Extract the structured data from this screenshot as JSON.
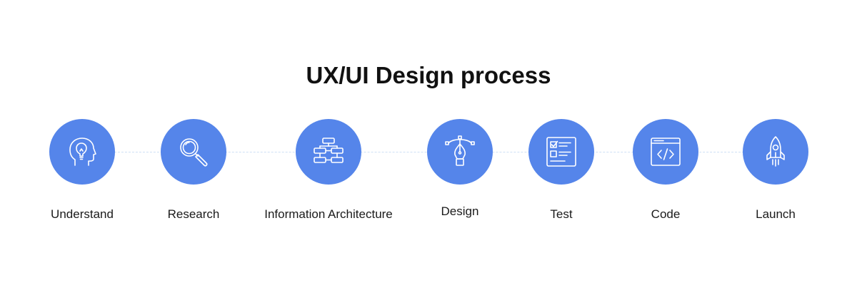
{
  "title": "UX/UI Design process",
  "colors": {
    "circle": "#5585ea",
    "icon_stroke": "#ffffff",
    "connector": "#cfe0f5"
  },
  "steps": [
    {
      "label": "Understand",
      "icon": "head-lightbulb-icon"
    },
    {
      "label": "Research",
      "icon": "magnifier-icon"
    },
    {
      "label": "Information Architecture",
      "icon": "sitemap-icon"
    },
    {
      "label": "Design",
      "icon": "pen-tool-icon"
    },
    {
      "label": "Test",
      "icon": "checklist-icon"
    },
    {
      "label": "Code",
      "icon": "code-window-icon"
    },
    {
      "label": "Launch",
      "icon": "rocket-icon"
    }
  ]
}
